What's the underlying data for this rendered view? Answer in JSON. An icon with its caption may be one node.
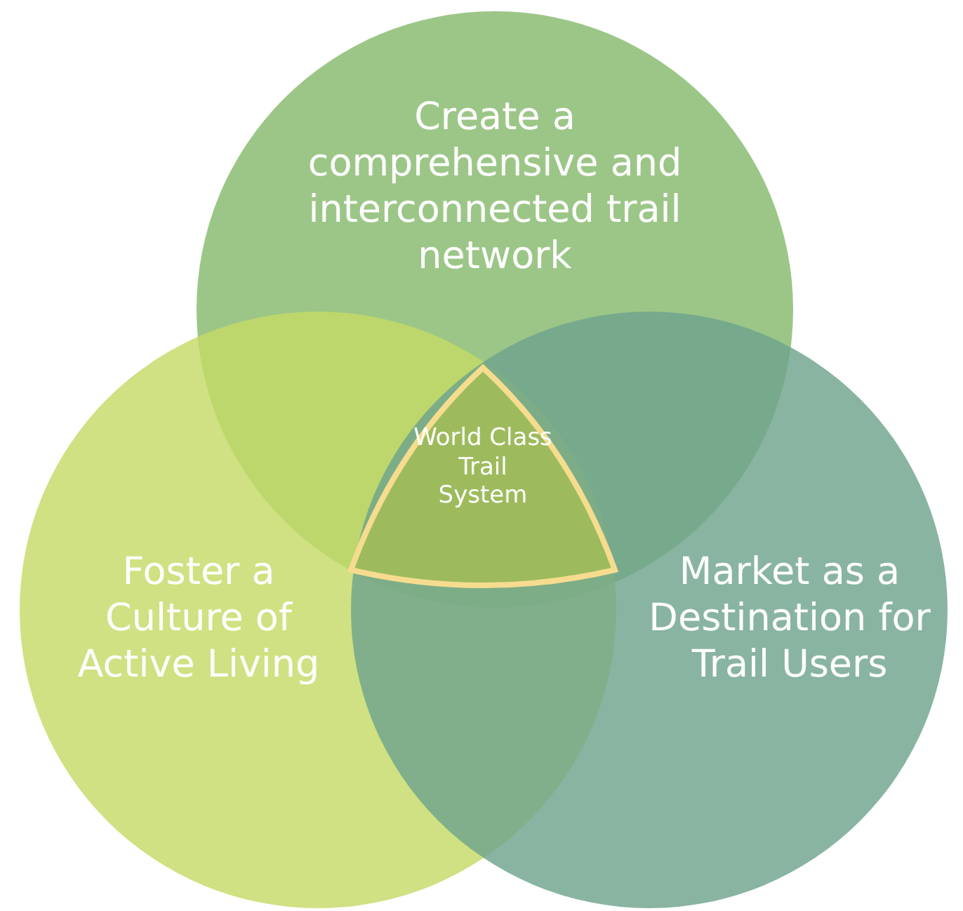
{
  "diagram": {
    "nodes": [
      {
        "text": [
          "Create a comprehensive and interconnected trail network"
        ]
      },
      {
        "text": [
          "Foster a Culture of Active Living"
        ]
      },
      {
        "text": [
          "Market as a Destination for Trail Users"
        ]
      },
      {
        "text": [
          "World Class Trail System"
        ]
      }
    ]
  }
}
